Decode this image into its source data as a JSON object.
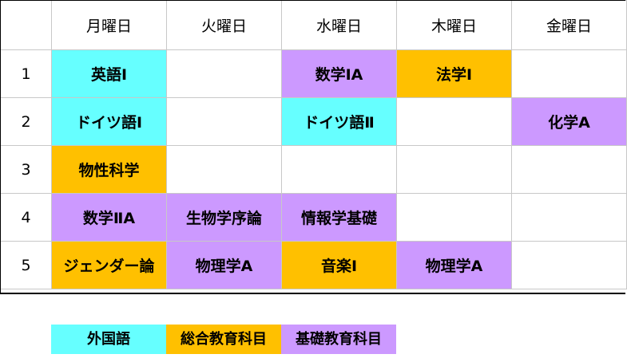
{
  "timetable": {
    "days": [
      "月曜日",
      "火曜日",
      "水曜日",
      "木曜日",
      "金曜日"
    ],
    "periods": [
      {
        "number": "1",
        "slots": [
          {
            "name": "英語Ⅰ",
            "category": "foreign"
          },
          {
            "name": "",
            "category": ""
          },
          {
            "name": "数学ⅠA",
            "category": "basic"
          },
          {
            "name": "法学Ⅰ",
            "category": "general"
          },
          {
            "name": "",
            "category": ""
          }
        ]
      },
      {
        "number": "2",
        "slots": [
          {
            "name": "ドイツ語Ⅰ",
            "category": "foreign"
          },
          {
            "name": "",
            "category": ""
          },
          {
            "name": "ドイツ語Ⅱ",
            "category": "foreign"
          },
          {
            "name": "",
            "category": ""
          },
          {
            "name": "化学A",
            "category": "basic"
          }
        ]
      },
      {
        "number": "3",
        "slots": [
          {
            "name": "物性科学",
            "category": "general"
          },
          {
            "name": "",
            "category": ""
          },
          {
            "name": "",
            "category": ""
          },
          {
            "name": "",
            "category": ""
          },
          {
            "name": "",
            "category": ""
          }
        ]
      },
      {
        "number": "4",
        "slots": [
          {
            "name": "数学ⅡA",
            "category": "basic"
          },
          {
            "name": "生物学序論",
            "category": "basic"
          },
          {
            "name": "情報学基礎",
            "category": "basic"
          },
          {
            "name": "",
            "category": ""
          },
          {
            "name": "",
            "category": ""
          }
        ]
      },
      {
        "number": "5",
        "slots": [
          {
            "name": "ジェンダー論",
            "category": "general"
          },
          {
            "name": "物理学A",
            "category": "basic"
          },
          {
            "name": "音楽Ⅰ",
            "category": "general"
          },
          {
            "name": "物理学A",
            "category": "basic"
          },
          {
            "name": "",
            "category": ""
          }
        ]
      }
    ]
  },
  "legend": {
    "foreign": "外国語",
    "general": "総合教育科目",
    "basic": "基礎教育科目"
  },
  "colors": {
    "foreign": "#66ffff",
    "general": "#ffc000",
    "basic": "#cc99ff"
  }
}
